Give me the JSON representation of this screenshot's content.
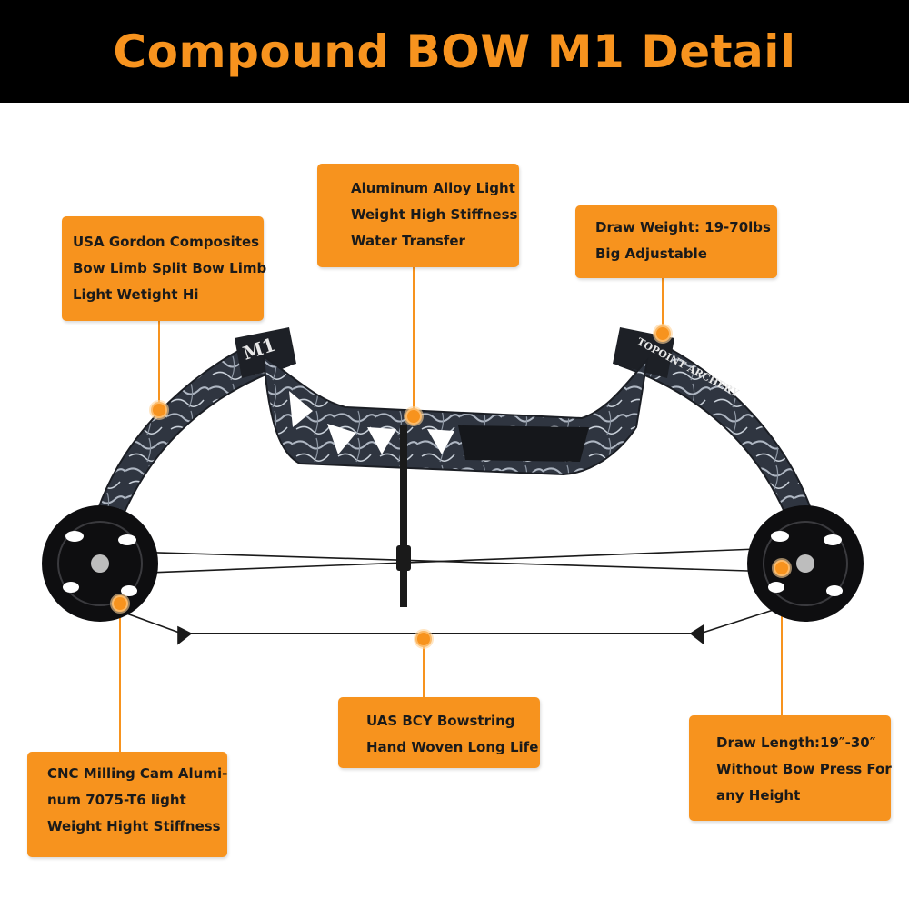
{
  "header": {
    "title": "Compound BOW M1 Detail"
  },
  "bow": {
    "limb_marking": "M1",
    "brand_marking": "TOPOINT ARCHERY"
  },
  "callouts": {
    "limb": {
      "lines": [
        "USA Gordon  Composites",
        " Bow Limb Split Bow Limb",
        "Light Wetight Hi"
      ]
    },
    "riser": {
      "lines": [
        "Aluminum Alloy Light",
        "Weight High Stiffness",
        "Water Transfer"
      ]
    },
    "draw_weight": {
      "lines": [
        "Draw Weight: 19-70lbs",
        "Big Adjustable"
      ]
    },
    "cam": {
      "lines": [
        "CNC Milling Cam Alumi-",
        "num 7075-T6 light",
        "Weight Hight Stiffness"
      ]
    },
    "bowstring": {
      "lines": [
        "UAS BCY Bowstring",
        "Hand Woven Long Life"
      ]
    },
    "draw_length": {
      "lines": [
        "Draw Length:19″-30″",
        "Without Bow Press For",
        "any Height"
      ]
    }
  },
  "colors": {
    "accent": "#f7931e",
    "header_bg": "#000000",
    "bow_body": "#2f3540",
    "cam": "#0e0e10"
  }
}
